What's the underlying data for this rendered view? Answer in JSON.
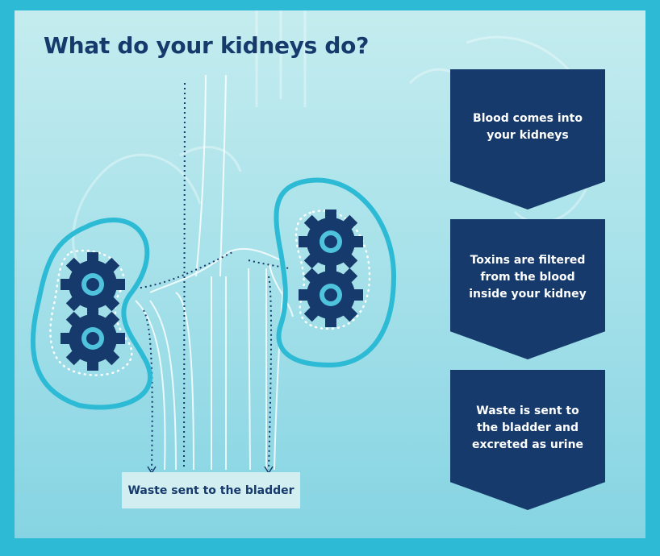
{
  "title": "What do your kidneys do?",
  "steps": [
    {
      "label": "Blood comes into\nyour kidneys"
    },
    {
      "label": "Toxins are filtered\nfrom the blood\ninside your kidney"
    },
    {
      "label": "Waste is sent to\nthe bladder and\nexcreted as urine"
    }
  ],
  "bladder_label": "Waste sent to the bladder",
  "colors": {
    "navy": "#163a6b",
    "kidney_outline": "#2cbad5",
    "background_light": "#c4ecef",
    "frame": "#2cbad5"
  }
}
